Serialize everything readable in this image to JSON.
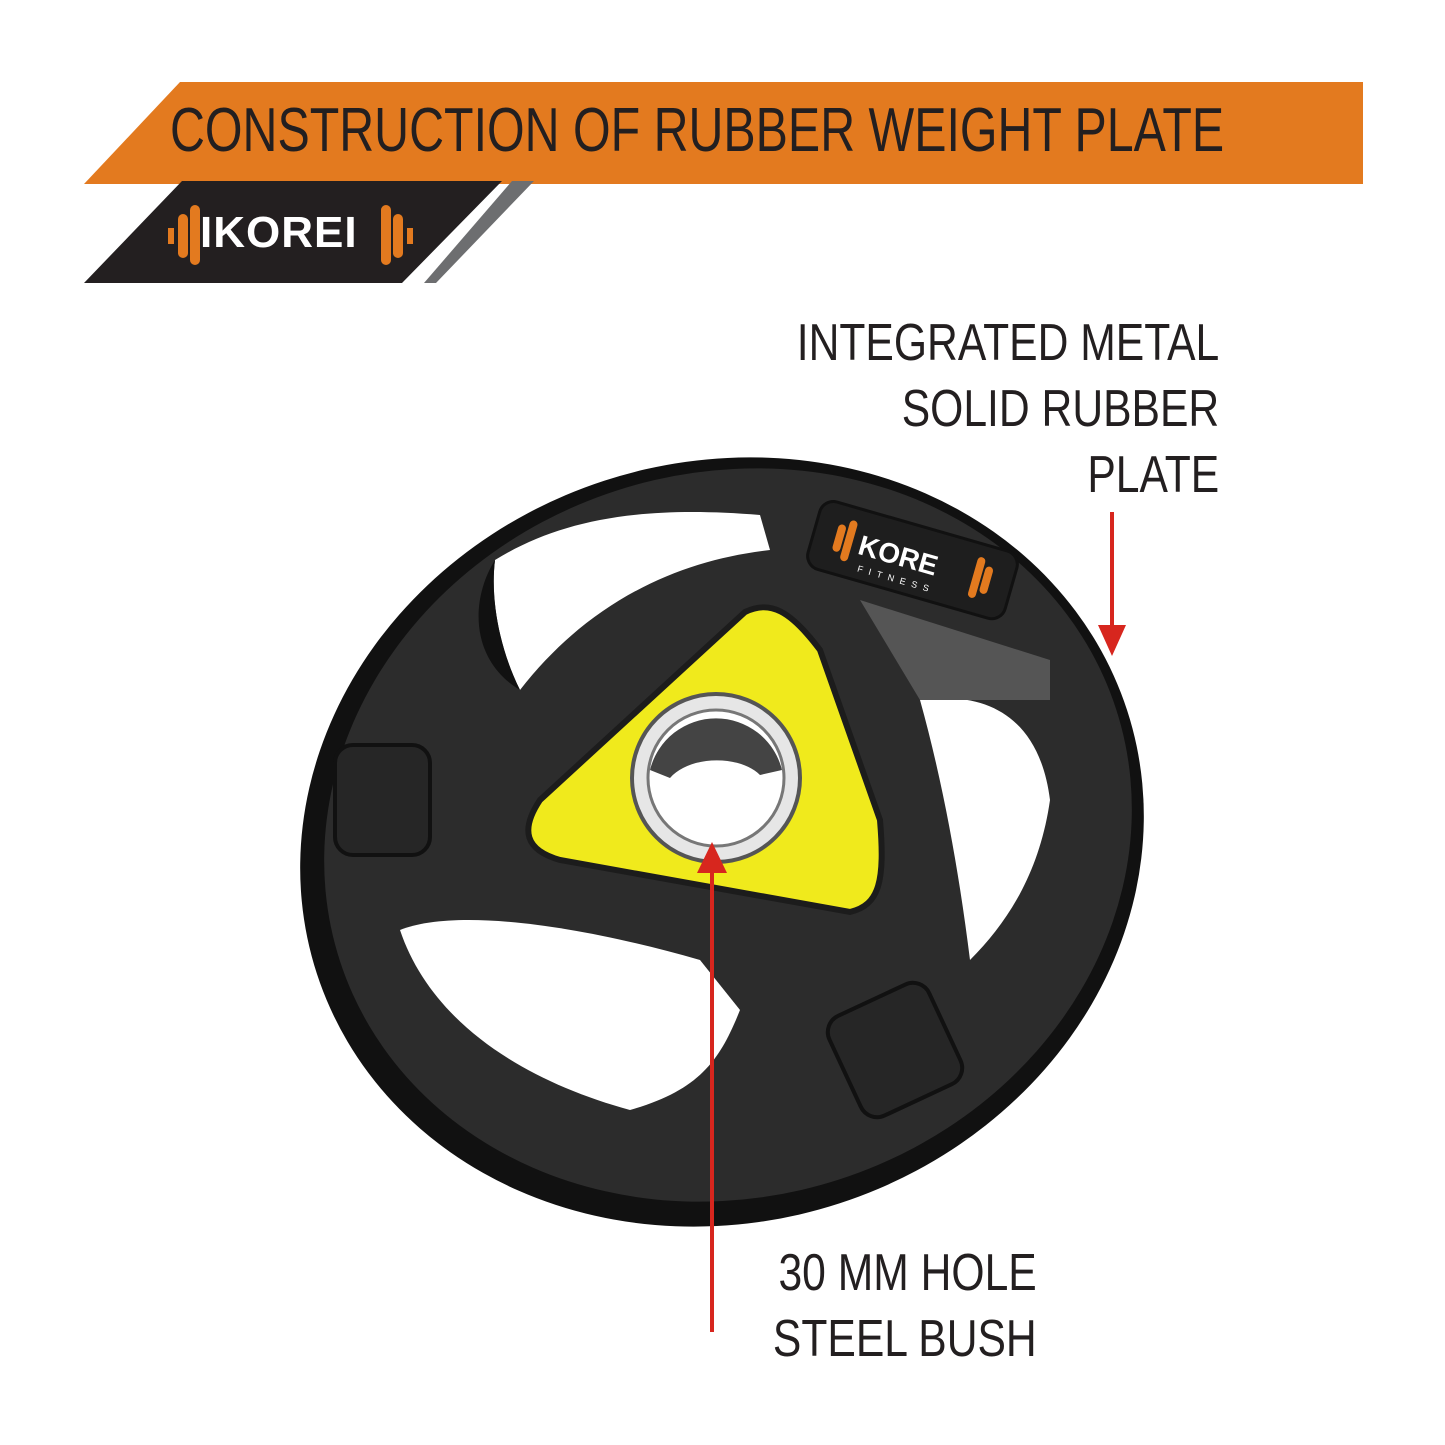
{
  "banner": {
    "title": "CONSTRUCTION OF  RUBBER WEIGHT PLATE",
    "brand_logo": "IKOREI",
    "colors": {
      "orange": "#e37a1f",
      "dark": "#231f20",
      "grey": "#6d6e70"
    }
  },
  "product": {
    "plate_logo": "KORE FITNESS",
    "hub_color": "#f0ea1c",
    "plate_color": "#2a2a2a"
  },
  "callouts": {
    "plate_label": [
      "INTEGRATED METAL",
      "SOLID RUBBER",
      "PLATE"
    ],
    "hole_label": [
      "30 MM HOLE",
      "STEEL BUSH"
    ],
    "arrow_color": "#d7261e"
  }
}
